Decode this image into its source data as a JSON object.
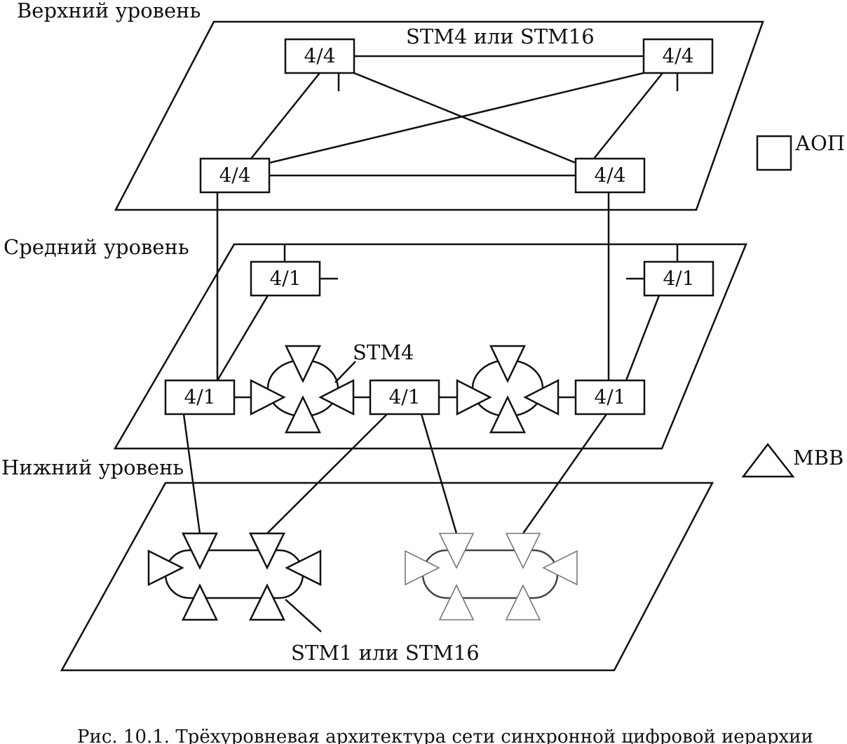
{
  "levels": {
    "top": "Верхний уровень",
    "middle": "Средний уровень",
    "bottom": "Нижний уровень"
  },
  "labels": {
    "top_link": "STM4 или STM16",
    "mid_ring": "STM4",
    "bottom_ring": "STM1 или STM16"
  },
  "nodes": {
    "top_1": "4/4",
    "top_2": "4/4",
    "top_3": "4/4",
    "top_4": "4/4",
    "mid_1": "4/1",
    "mid_2": "4/1",
    "mid_3": "4/1",
    "mid_4": "4/1",
    "mid_5": "4/1"
  },
  "legend": {
    "aop": "АОП",
    "mvv": "МВВ"
  },
  "caption": "Рис. 10.1. Трёхуровневая архитектура сети синхронной цифровой иерархии"
}
